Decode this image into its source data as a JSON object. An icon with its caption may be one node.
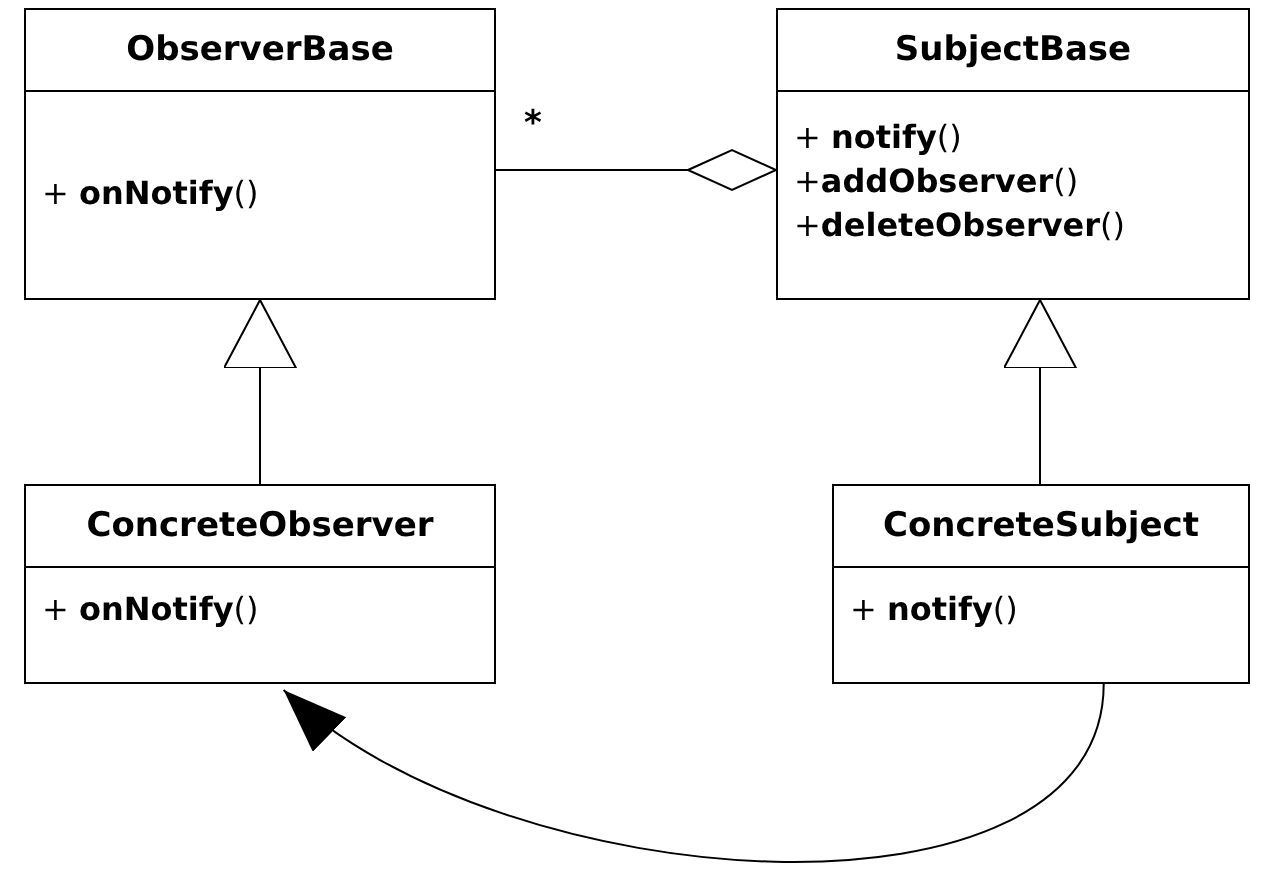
{
  "diagram": {
    "nodes": [
      {
        "text": [
          "ObserverBase",
          "+ **onNotify**()"
        ]
      },
      {
        "text": [
          "SubjectBase",
          "+ **notify**()",
          "+**addObserver**()",
          "+**deleteObserver**()"
        ]
      },
      {
        "text": [
          "ConcreteObserver",
          "+ **onNotify**()"
        ]
      },
      {
        "text": [
          "ConcreteSubject",
          "+ **notify**()"
        ]
      }
    ],
    "edges": [
      {
        "from": 0,
        "to": 1,
        "arrow": "other",
        "label": "*"
      },
      {
        "from": 2,
        "to": 0,
        "arrow": "to"
      },
      {
        "from": 3,
        "to": 1,
        "arrow": "to"
      },
      {
        "from": 3,
        "to": 2,
        "arrow": "to"
      }
    ]
  }
}
